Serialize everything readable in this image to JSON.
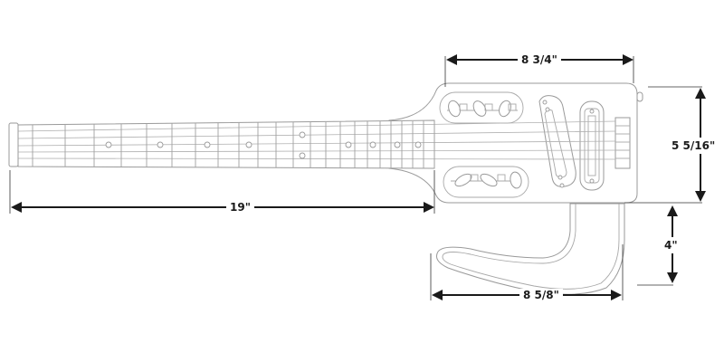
{
  "diagram": {
    "subject": "Travel guitar dimension drawing",
    "colors": {
      "outline": "#9a9a9a",
      "dimension": "#1a1a1a",
      "background": "#ffffff"
    },
    "dimensions": {
      "body_width": "8 3/4\"",
      "body_height": "5 5/16\"",
      "neck_length": "19\"",
      "leg_rest_height": "4\"",
      "leg_rest_width": "8 5/8\""
    },
    "parts": [
      "nut",
      "fretboard",
      "fret-markers",
      "strings",
      "body",
      "tuners",
      "neck-pickup",
      "bridge-pickup",
      "bridge",
      "strap-button",
      "leg-rest"
    ]
  }
}
